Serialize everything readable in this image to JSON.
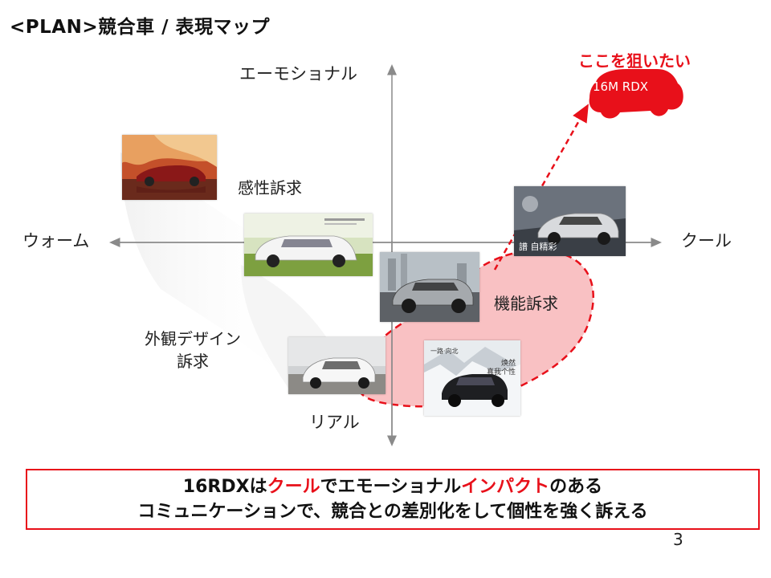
{
  "slide": {
    "title": "<PLAN>競合車 / 表現マップ",
    "page_number": "3"
  },
  "axes": {
    "top": "エーモショナル",
    "bottom": "リアル",
    "left": "ウォーム",
    "right": "クール"
  },
  "categories": {
    "emotional": "感性訴求",
    "functional": "機能訴求",
    "design_line1": "外観デザイン",
    "design_line2": "訴求"
  },
  "target": {
    "label": "ここを狙いたい",
    "model": "16M RDX"
  },
  "photos": {
    "p3_caption": "譜 自精彩",
    "p6_caption_top": "一路·向北",
    "p6_caption_side1": "焕然",
    "p6_caption_side2": "真我个性"
  },
  "message": {
    "line1_part1": "16RDXは",
    "line1_accent1": "クール",
    "line1_part2": "でエモーショナル",
    "line1_accent2": "インパクト",
    "line1_part3": "のある",
    "line2": "コミュニケーションで、競合との差別化をして個性を強く訴える"
  },
  "colors": {
    "accent_red": "#e8101a",
    "blob_fill": "#f7b2b4",
    "axis_gray": "#8a8a8a"
  }
}
